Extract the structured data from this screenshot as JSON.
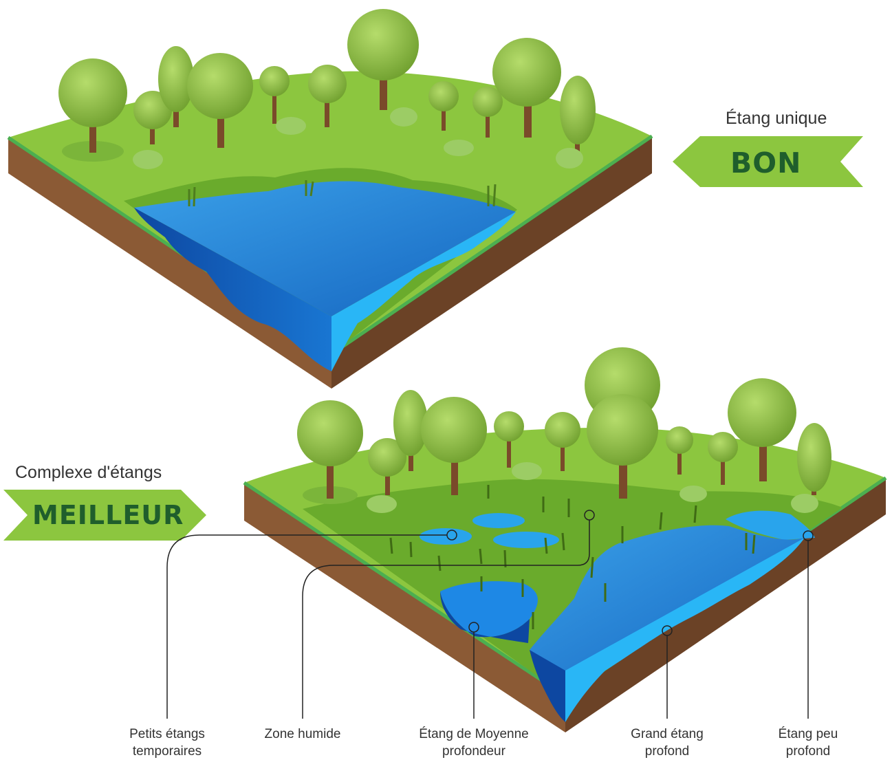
{
  "single": {
    "caption": "Étang unique",
    "rating": "BON"
  },
  "complex": {
    "caption": "Complexe d'étangs",
    "rating": "MEILLEUR"
  },
  "callouts": [
    {
      "line1": "Petits étangs",
      "line2": "temporaires"
    },
    {
      "line1": "Zone humide",
      "line2": ""
    },
    {
      "line1": "Étang de Moyenne",
      "line2": "profondeur"
    },
    {
      "line1": "Grand étang",
      "line2": "profond"
    },
    {
      "line1": "Étang peu",
      "line2": "profond"
    }
  ],
  "colors": {
    "grass": "#8cc63f",
    "grass_dark": "#6aab2c",
    "soil": "#8b5a35",
    "soil_dark": "#6b4226",
    "water": "#1e88e5",
    "water_light": "#29b6f6",
    "water_deep": "#0d47a1",
    "tree": "#8bc34a",
    "trunk": "#7a4a2a",
    "banner": "#8cc63f",
    "banner_text": "#1f5e2c"
  }
}
